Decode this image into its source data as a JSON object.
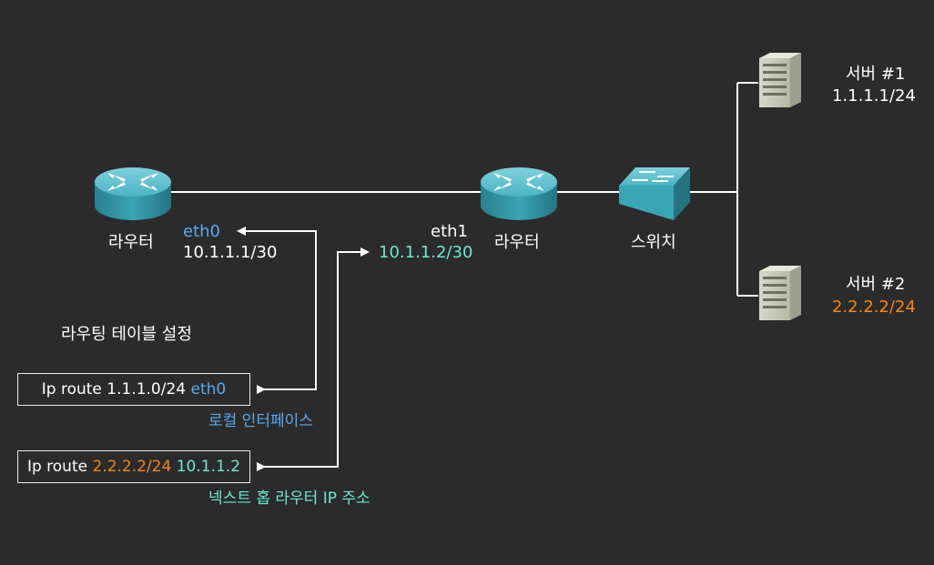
{
  "colors": {
    "background": "#2b2b2b",
    "interface_blue": "#5aa9f0",
    "nexthop_teal": "#6ee8cf",
    "server2_orange": "#f2861e",
    "device_teal": "#3aa5b5"
  },
  "left_router": {
    "label": "라우터",
    "icon": "router-icon",
    "iface_name": "eth0",
    "iface_ip": "10.1.1.1/30"
  },
  "right_router": {
    "label": "라우터",
    "icon": "router-icon",
    "iface_name": "eth1",
    "iface_ip": "10.1.1.2/30"
  },
  "switch": {
    "label": "스위치",
    "icon": "switch-icon"
  },
  "server1": {
    "label": "서버 #1",
    "ip": "1.1.1.1/24",
    "icon": "server-icon"
  },
  "server2": {
    "label": "서버 #2",
    "ip": "2.2.2.2/24",
    "icon": "server-icon"
  },
  "routing_table": {
    "title": "라우팅 테이블 설정",
    "route1": {
      "prefix": "Ip route 1.1.1.0/24",
      "target": "eth0",
      "note": "로컬 인터페이스"
    },
    "route2": {
      "prefix": "Ip route",
      "dest": "2.2.2.2/24",
      "target": "10.1.1.2",
      "note": "넥스트 홉 라우터 IP 주소"
    }
  }
}
